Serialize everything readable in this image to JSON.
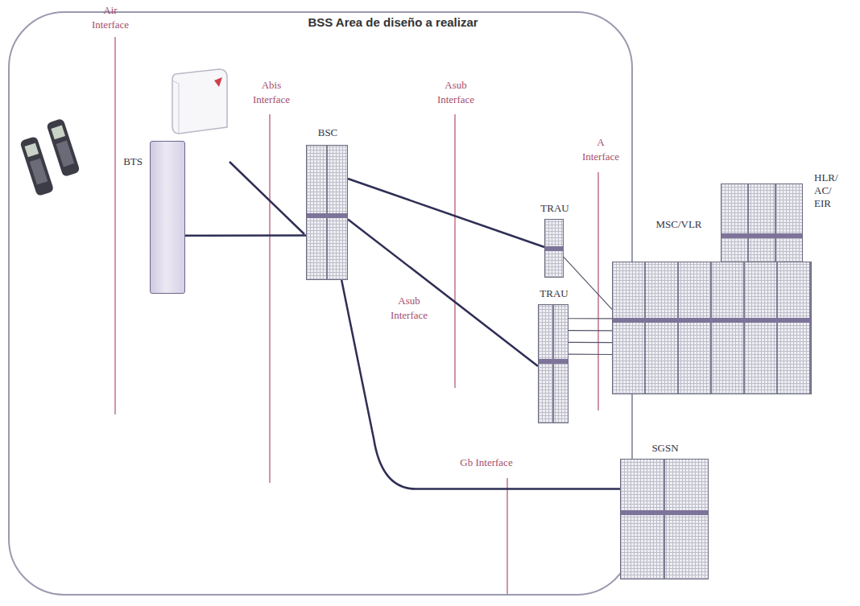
{
  "diagram": {
    "nodes": [
      {
        "text": [
          "BSS Area de diseño a realizar"
        ]
      },
      {
        "text": [
          "BTS"
        ],
        "in": 0
      },
      {
        "text": [
          "BSC"
        ],
        "in": 0
      },
      {
        "text": [
          "TRAU"
        ],
        "in": 0
      },
      {
        "text": [
          "TRAU"
        ],
        "in": 0
      },
      {
        "text": [
          "HLR/ AC/ EIR"
        ]
      },
      {
        "text": [
          "MSC/VLR"
        ]
      },
      {
        "text": [
          "SGSN"
        ]
      }
    ],
    "edges": [
      {
        "from": 1,
        "to": 2,
        "arrow": "none"
      },
      {
        "from": 2,
        "to": 3,
        "arrow": "none"
      },
      {
        "from": 2,
        "to": 4,
        "arrow": "none"
      },
      {
        "from": 3,
        "to": 6,
        "arrow": "none"
      },
      {
        "from": 4,
        "to": 6,
        "arrow": "none"
      },
      {
        "from": 2,
        "to": 7,
        "arrow": "none"
      }
    ],
    "labels": [
      "Air Interface",
      "Abis Interface",
      "Asub Interface",
      "A Interface",
      "Asub Interface",
      "Gb Interface"
    ]
  }
}
